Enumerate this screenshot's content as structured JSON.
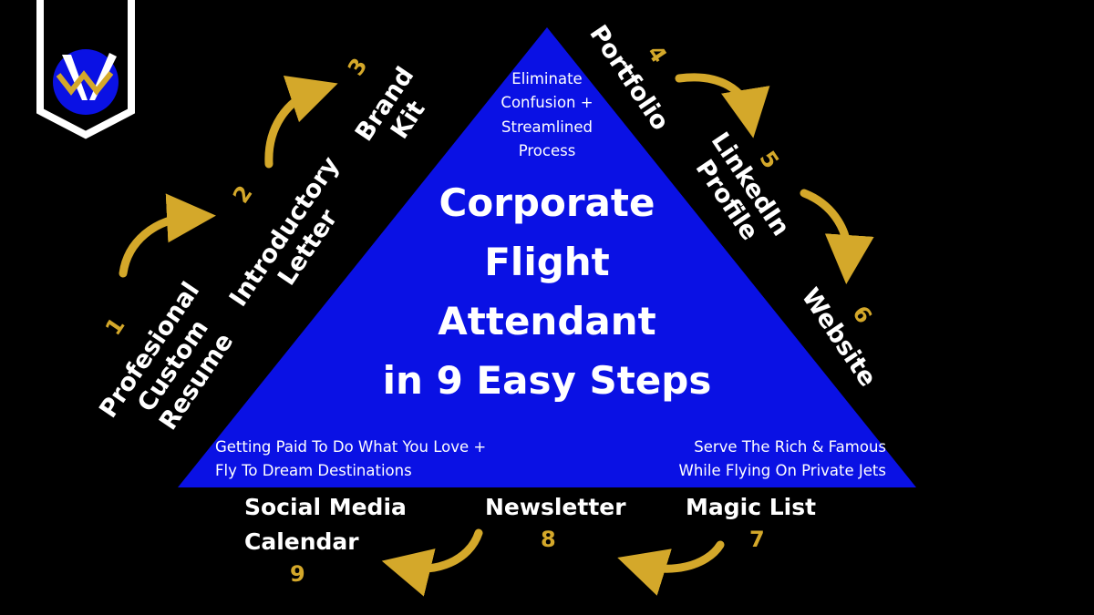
{
  "colors": {
    "background": "#000000",
    "triangle": "#0a11e4",
    "accent": "#d4a82a",
    "text": "#ffffff"
  },
  "logo": {
    "icon": "monogram-logo-icon"
  },
  "center": {
    "title_lines": [
      "Corporate",
      "Flight",
      "Attendant",
      "in 9 Easy Steps"
    ],
    "top_note_lines": [
      "Eliminate",
      "Confusion +",
      "Streamlined",
      "Process"
    ],
    "left_note_lines": [
      "Getting Paid To Do What You Love +",
      "Fly To Dream Destinations"
    ],
    "right_note_lines": [
      "Serve The Rich & Famous",
      "While Flying On Private Jets"
    ]
  },
  "steps": {
    "s1": {
      "number": "1",
      "lines": [
        "Profesional",
        "Custom",
        "Resume"
      ]
    },
    "s2": {
      "number": "2",
      "lines": [
        "Introductory",
        "Letter"
      ]
    },
    "s3": {
      "number": "3",
      "lines": [
        "Brand",
        "Kit"
      ]
    },
    "s4": {
      "number": "4",
      "lines": [
        "Portfolio"
      ]
    },
    "s5": {
      "number": "5",
      "lines": [
        "LinkedIn",
        "Profile"
      ]
    },
    "s6": {
      "number": "6",
      "lines": [
        "Website"
      ]
    },
    "s7": {
      "number": "7",
      "lines": [
        "Magic List"
      ]
    },
    "s8": {
      "number": "8",
      "lines": [
        "Newsletter"
      ]
    },
    "s9": {
      "number": "9",
      "lines": [
        "Social Media",
        "Calendar"
      ]
    }
  }
}
